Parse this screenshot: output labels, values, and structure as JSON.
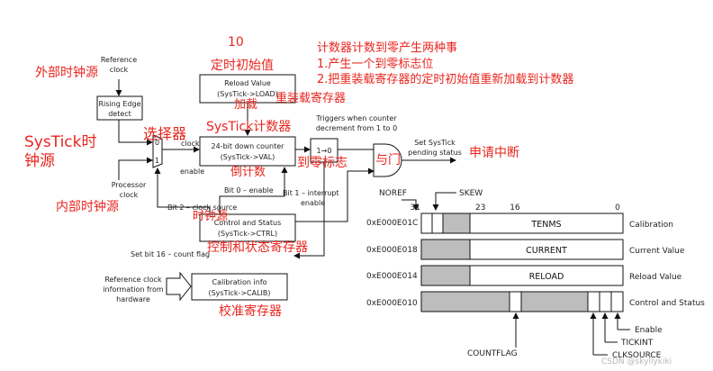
{
  "annotations": {
    "external_clock": "外部时钟源",
    "systick_clock_line1": "SysTick时",
    "systick_clock_line2": "钟源",
    "selector": "选择器",
    "internal_clock": "内部时钟源",
    "ten": "10",
    "reload_init": "定时初始值",
    "load": "加载",
    "reload_register": "重装载寄存器",
    "systick_counter": "SysTick计数器",
    "countdown": "倒计数",
    "to_zero_flag": "到零标志",
    "and_gate": "与门",
    "request_interrupt": "申请中断",
    "clock_source": "时钟源",
    "ctrl_status_register": "控制和状态寄存器",
    "calib_register": "校准寄存器",
    "events_title": "计数器计数到零产生两种事",
    "event_1": "1.产生一个到零标志位",
    "event_2": "2.把重装载寄存器的定时初始值重新加载到计数器"
  },
  "diagram": {
    "reference_clock_line1": "Reference",
    "reference_clock_line2": "clock",
    "rising_edge_line1": "Rising Edge",
    "rising_edge_line2": "detect",
    "processor_clock_line1": "Processor",
    "processor_clock_line2": "clock",
    "mux_0": "0",
    "mux_1": "1",
    "reload_line1": "Reload Value",
    "reload_line2": "(SysTick->LOAD)",
    "counter_clock": "clock",
    "counter_enable": "enable",
    "counter_line1": "24-bit down counter",
    "counter_line2": "(SysTick->VAL)",
    "transition": "1→0",
    "triggers_line1": "Triggers when counter",
    "triggers_line2": "decrement from 1 to 0",
    "set_systick_line1": "Set SysTick",
    "set_systick_line2": "pending status",
    "bit0_enable": "Bit 0 – enable",
    "bit1_interrupt_line1": "Bit 1 – interrupt",
    "bit1_interrupt_line2": "enable",
    "bit2_clock_source": "Bit 2 – clock source",
    "set_bit16": "Set bit 16 – count flag",
    "ctrl_line1": "Control and Status",
    "ctrl_line2": "(SysTick->CTRL)",
    "refclock_info_line1": "Reference clock",
    "refclock_info_line2": "information from",
    "refclock_info_line3": "hardware",
    "calib_line1": "Calibration info",
    "calib_line2": "(SysTick->CALIB)"
  },
  "registers": {
    "noref": "NOREF",
    "skew": "SKEW",
    "bit31": "31",
    "bit23": "23",
    "bit16": "16",
    "bit0": "0",
    "rows": [
      {
        "address": "0xE000E01C",
        "field": "TENMS",
        "label": "Calibration"
      },
      {
        "address": "0xE000E018",
        "field": "CURRENT",
        "label": "Current Value"
      },
      {
        "address": "0xE000E014",
        "field": "RELOAD",
        "label": "Reload Value"
      },
      {
        "address": "0xE000E010",
        "field": "",
        "label": "Control and Status"
      }
    ],
    "countflag": "COUNTFLAG",
    "clksource": "CLKSOURCE",
    "tickint": "TICKINT",
    "enable": "Enable"
  },
  "watermark": "CSDN @skyllykiki",
  "colors": {
    "annotation_red": "#e8261f",
    "reserved_gray": "#bdbdbd"
  }
}
